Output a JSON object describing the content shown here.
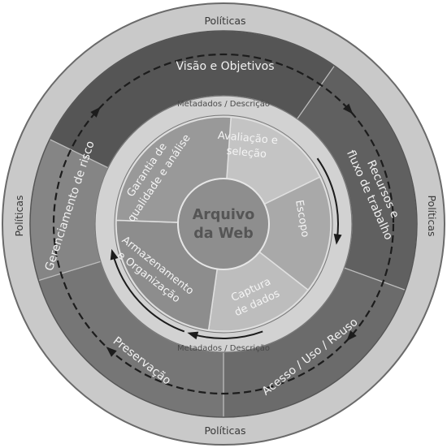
{
  "politics": {
    "top": "Políticas",
    "bottom": "Políticas",
    "left": "Políticas",
    "right": "Políticas"
  },
  "outer_ring": {
    "visao": "Visão e Objetivos",
    "recursos": [
      "Recursos e",
      "fluxo de trabalho"
    ],
    "acesso": "Acesso / Uso / Reuso",
    "preservacao": "Preservação",
    "risco": "Gerenciamento de risco"
  },
  "metadata": {
    "top": "Metadados / Descrição",
    "bottom": "Metadados / Descrição"
  },
  "inner_ring": {
    "avaliacao": [
      "Avaliação e",
      "seleção"
    ],
    "escopo": "Escopo",
    "captura": [
      "Captura",
      "de dados"
    ],
    "armazenamento": [
      "Armazenamento",
      "e Organização"
    ],
    "garantia": [
      "Garantia de",
      "qualidade e análise"
    ]
  },
  "center": [
    "Arquivo",
    "da Web"
  ],
  "colors": {
    "politics_ring": "#c9c9c9",
    "outer_segments": [
      "#555555",
      "#606060",
      "#6b6b6b",
      "#767676",
      "#858585"
    ],
    "metadata_ring": "#d2d2d2",
    "inner_segments": [
      "#c4c4c4",
      "#a9a9a9",
      "#bdbdbd",
      "#8d8d8d",
      "#999999"
    ],
    "center": "#8e8e8e"
  }
}
